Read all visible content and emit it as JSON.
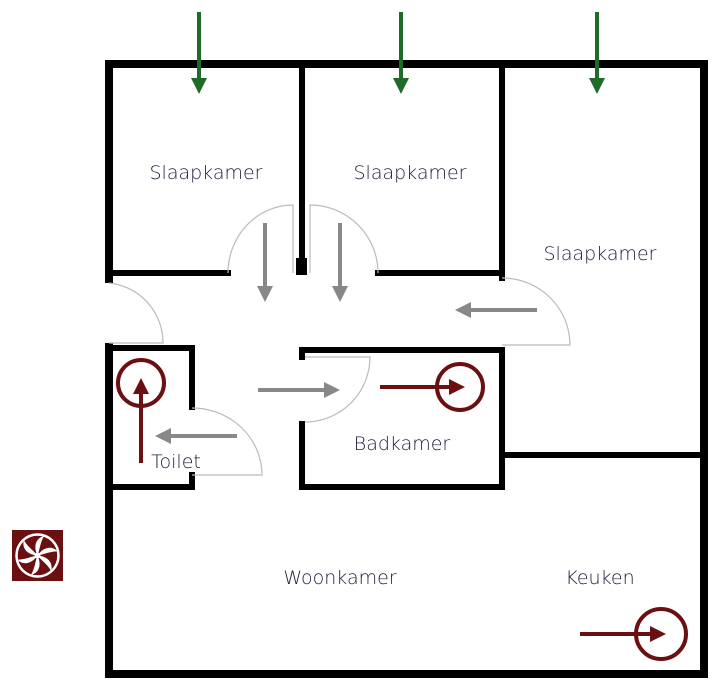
{
  "title": "Ventilatie plattegrond",
  "rooms": {
    "bedroom1": "Slaapkamer",
    "bedroom2": "Slaapkamer",
    "bedroom3": "Slaapkamer",
    "bathroom": "Badkamer",
    "toilet": "Toilet",
    "living": "Woonkamer",
    "kitchen": "Keuken"
  },
  "colors": {
    "supply": "#1e6b2a",
    "transfer": "#888888",
    "exhaust": "#6b0f10",
    "wall": "#000000"
  },
  "icons": {
    "fan": "exhaust-fan-icon"
  }
}
